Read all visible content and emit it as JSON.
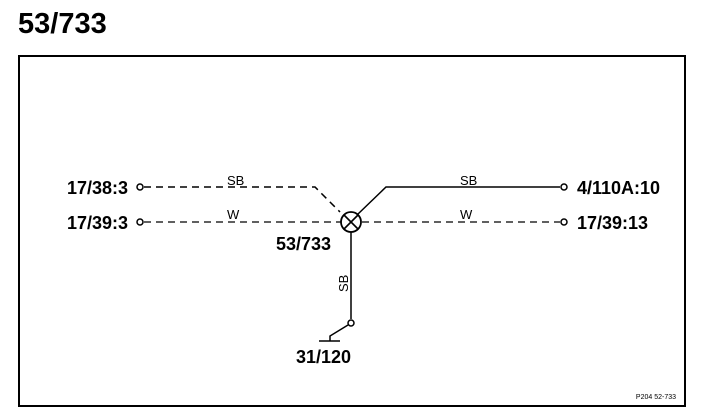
{
  "title": "53/733",
  "component": {
    "label": "53/733",
    "icon": "lamp-icon"
  },
  "connectors": {
    "left_top": "17/38:3",
    "left_bottom": "17/39:3",
    "right_top": "4/110A:10",
    "right_bottom": "17/39:13",
    "ground": "31/120"
  },
  "wires": {
    "left_top_color": "SB",
    "left_bottom_color": "W",
    "right_top_color": "SB",
    "right_bottom_color": "W",
    "ground_color": "SB"
  },
  "footer_code": "P204 52-733",
  "colors": {
    "line": "#000000",
    "background": "#ffffff"
  }
}
